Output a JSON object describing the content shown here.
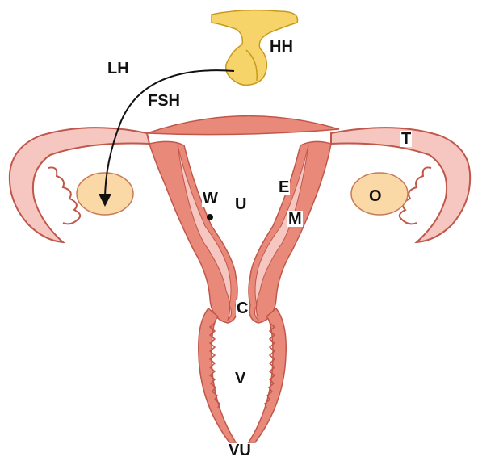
{
  "labels": {
    "hh": "HH",
    "lh": "LH",
    "fsh": "FSH",
    "t": "T",
    "e": "E",
    "m": "M",
    "w": "W",
    "u": "U",
    "o": "O",
    "c": "C",
    "v": "V",
    "vu": "VU"
  },
  "colors": {
    "pituitary": "#f7d46a",
    "pituitary_outline": "#c79a1e",
    "myometrium": "#e8897a",
    "myometrium_outline": "#c0574a",
    "endometrium": "#f6c6c0",
    "ovary": "#fbd9a6",
    "ovary_outline": "#c77b58",
    "arrow": "#111111"
  }
}
